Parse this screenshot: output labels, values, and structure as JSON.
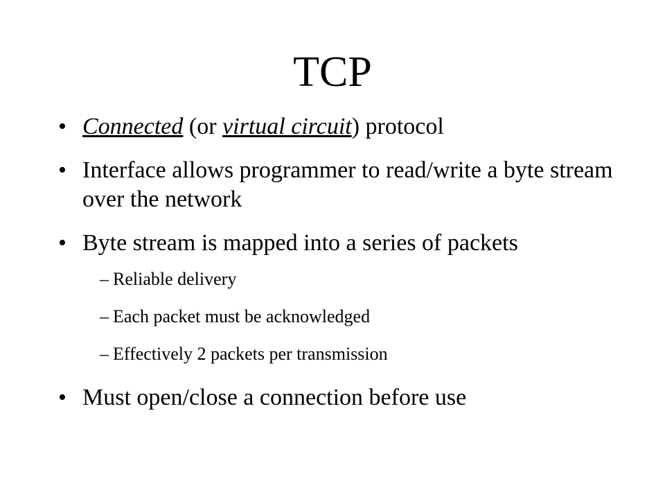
{
  "slide": {
    "title": "TCP",
    "bullet_glyph": "•",
    "sub_glyph": "–",
    "bullet1": {
      "emph1": "Connected",
      "text1": " (or ",
      "emph2": "virtual circuit",
      "text2": ") protocol"
    },
    "bullet2": "Interface allows programmer to read/write a byte stream over the network",
    "bullet3": "Byte stream is mapped into a series of packets",
    "sub_items": [
      "Reliable delivery",
      "Each packet must be acknowledged",
      "Effectively 2 packets per transmission"
    ],
    "bullet4": "Must open/close a connection before use"
  }
}
